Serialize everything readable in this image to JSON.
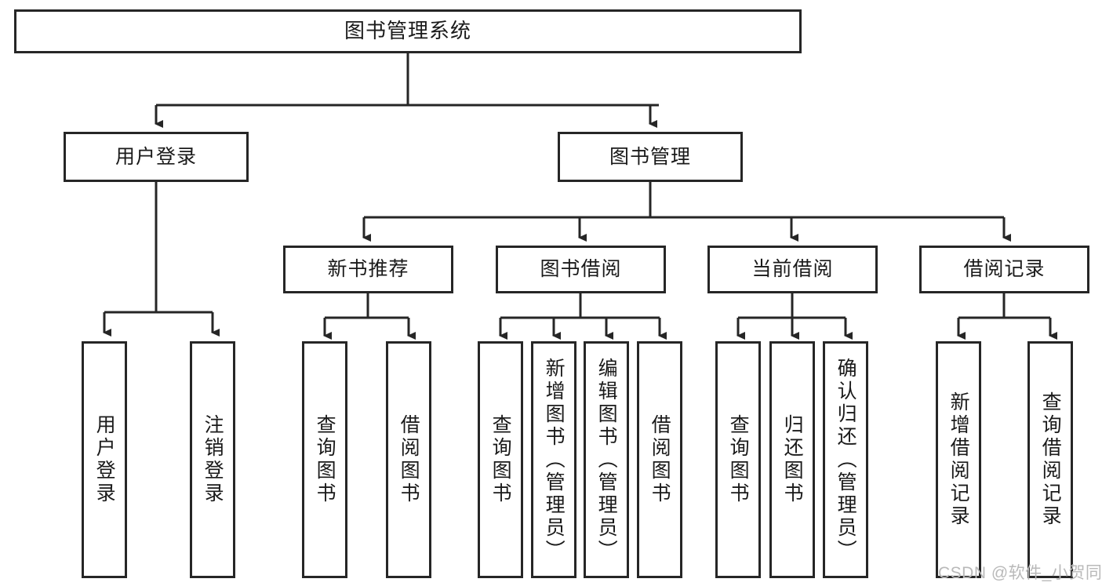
{
  "diagram": {
    "title": "图书管理系统",
    "type": "tree-hierarchy",
    "root": {
      "label": "图书管理系统"
    },
    "level2": [
      {
        "label": "用户登录"
      },
      {
        "label": "图书管理"
      }
    ],
    "level3": [
      {
        "label": "新书推荐"
      },
      {
        "label": "图书借阅"
      },
      {
        "label": "当前借阅"
      },
      {
        "label": "借阅记录"
      }
    ],
    "leaves": {
      "user_login": [
        {
          "label": "用户登录"
        },
        {
          "label": "注销登录"
        }
      ],
      "new_book_recommend": [
        {
          "label": "查询图书"
        },
        {
          "label": "借阅图书"
        }
      ],
      "book_borrow": [
        {
          "label": "查询图书"
        },
        {
          "label": "新增图书（管理员）"
        },
        {
          "label": "编辑图书（管理员）"
        },
        {
          "label": "借阅图书"
        }
      ],
      "current_borrow": [
        {
          "label": "查询图书"
        },
        {
          "label": "归还图书"
        },
        {
          "label": "确认归还（管理员）"
        }
      ],
      "borrow_record": [
        {
          "label": "新增借阅记录"
        },
        {
          "label": "查询借阅记录"
        }
      ]
    }
  },
  "watermark": {
    "text": "CSDN @软件_小贺同学"
  },
  "colors": {
    "stroke": "#262626",
    "text": "#1a1a1a",
    "background": "#ffffff",
    "watermark": "#b9b9b9"
  }
}
